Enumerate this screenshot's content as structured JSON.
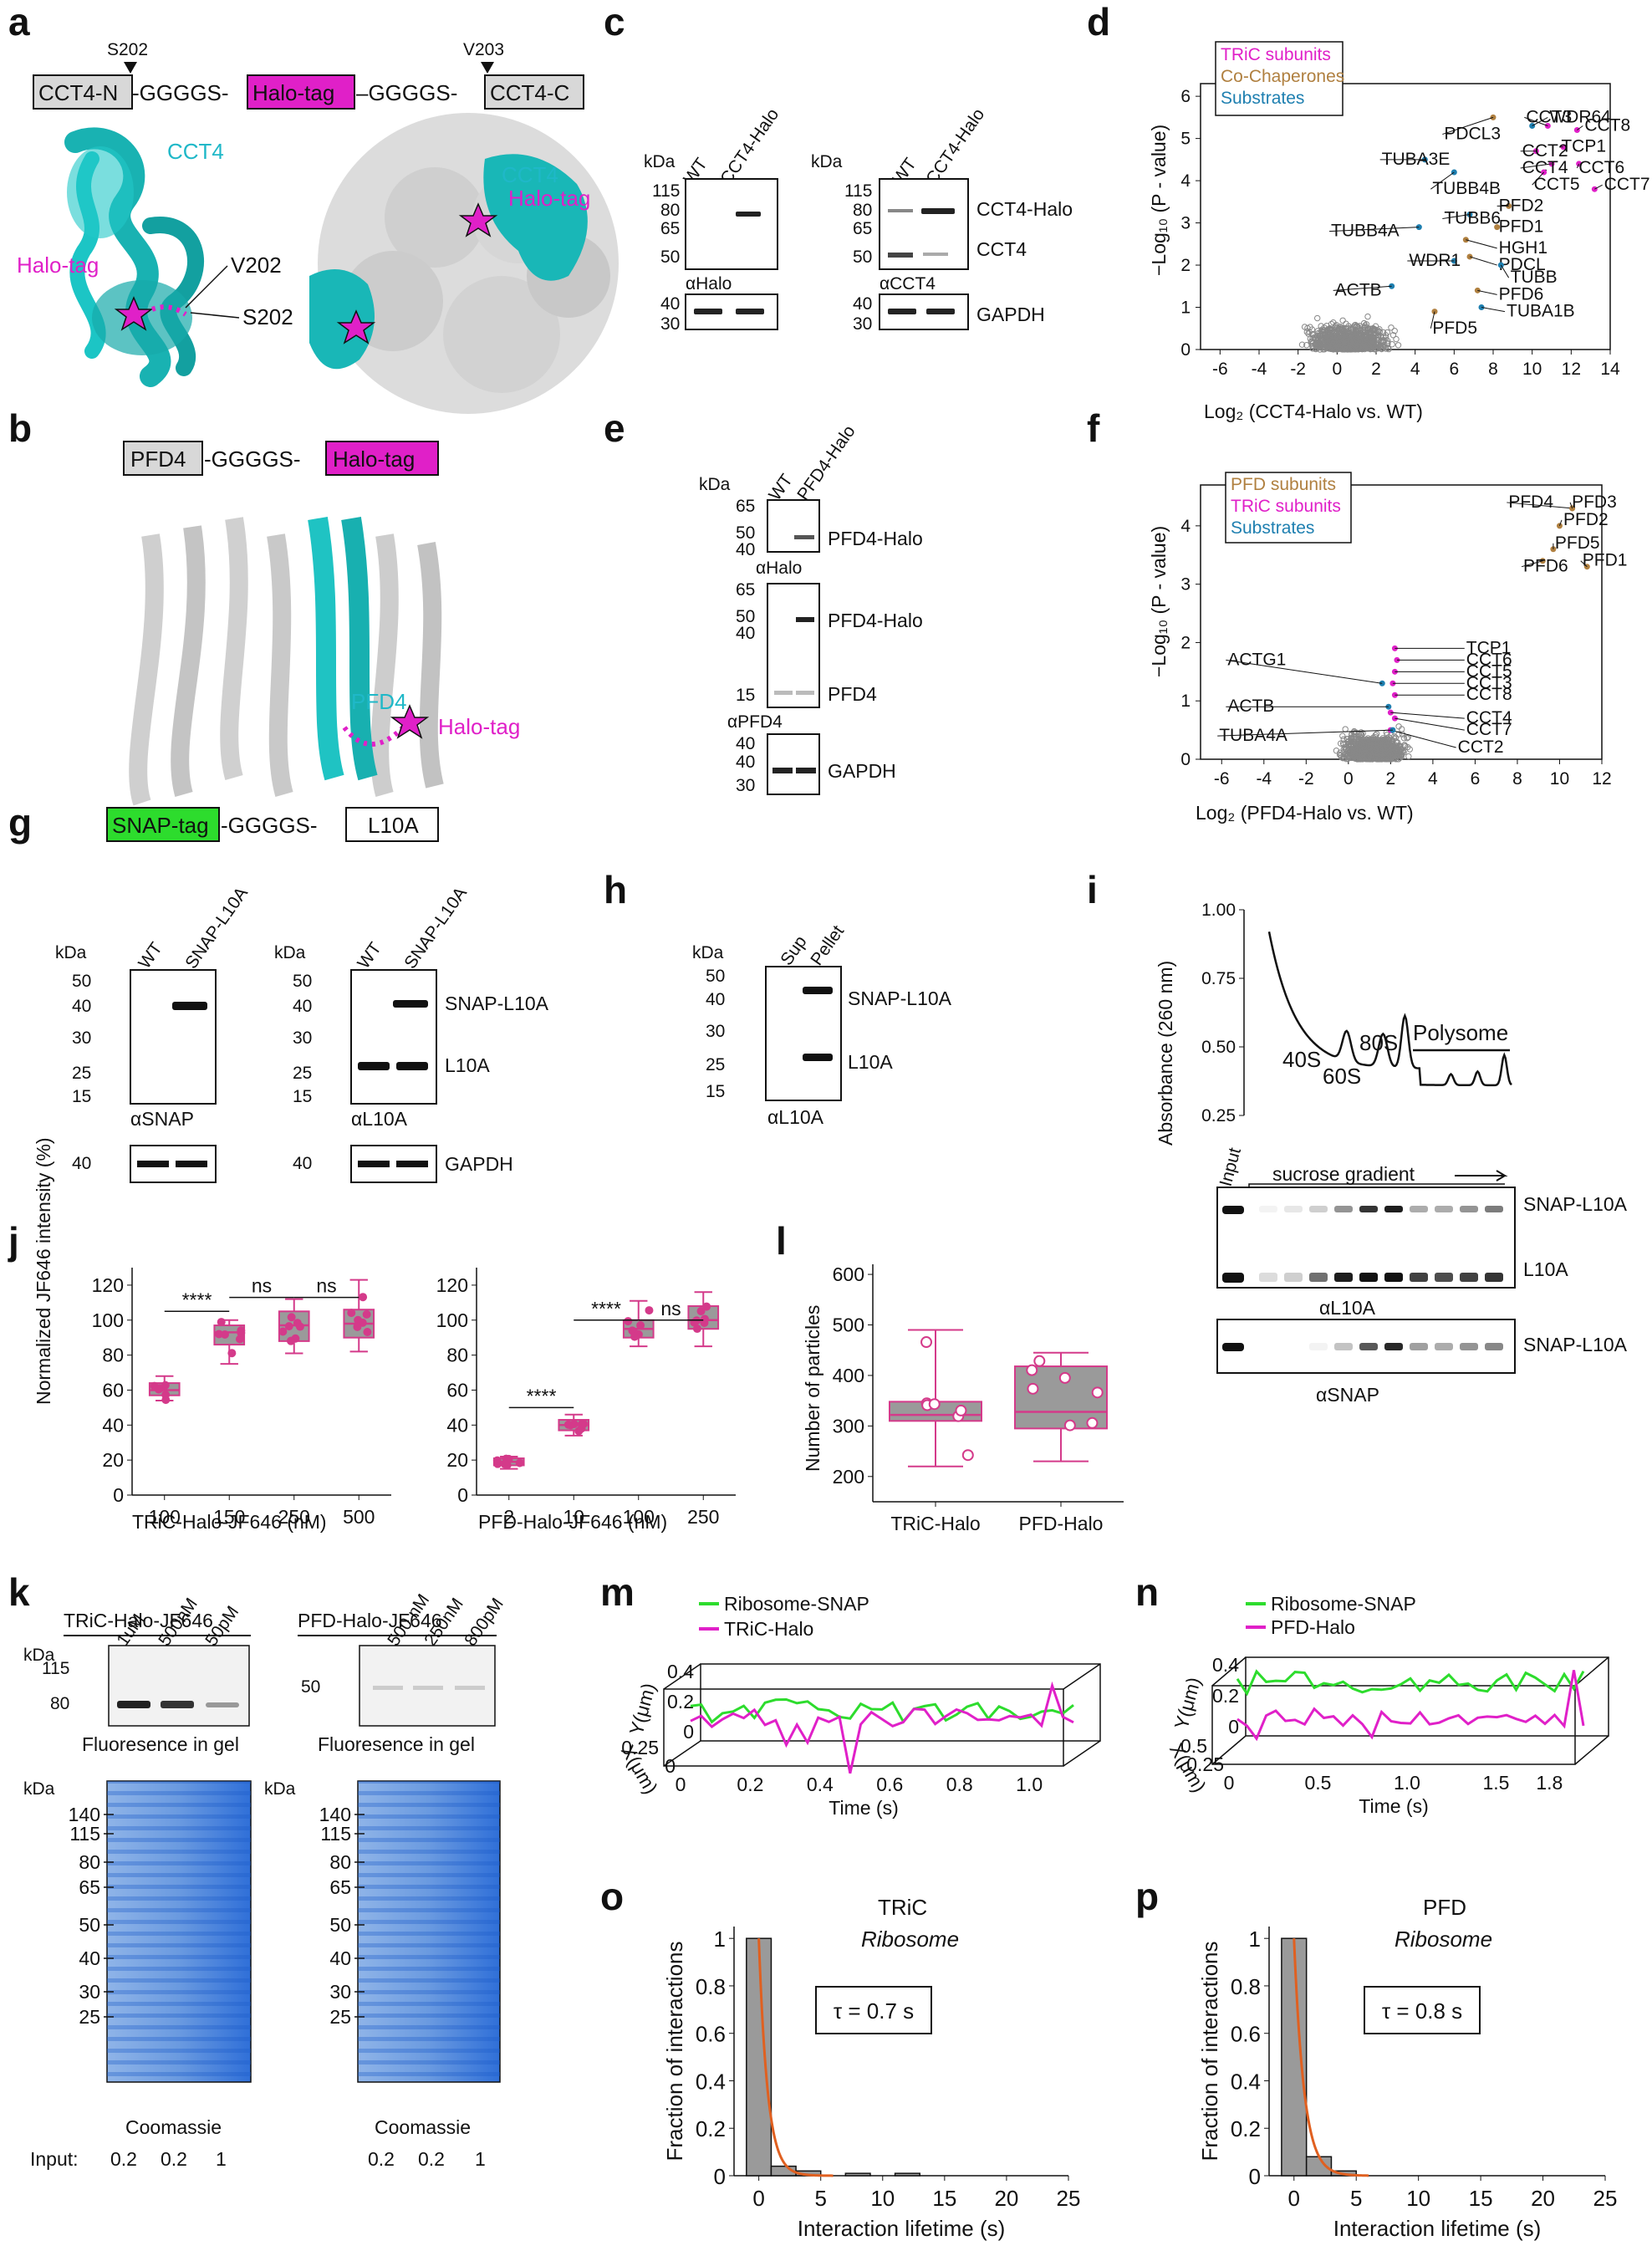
{
  "colors": {
    "magenta": "#e020c8",
    "cyan": "#1fb8c8",
    "brown": "#b08040",
    "blue": "#1e7fb0",
    "green": "#2ddc2d",
    "box": "#9a9a9a",
    "boxstroke": "#d43a8a",
    "fit": "#e06020"
  },
  "panel_a": {
    "label": "a",
    "s202": "S202",
    "v203": "V203",
    "boxes": [
      "CCT4-N",
      "-GGGGS-",
      "Halo-tag",
      "–GGGGS-",
      "CCT4-C"
    ],
    "cct4": "CCT4",
    "halo": "Halo-tag",
    "v202": "V202",
    "s202b": "S202",
    "cct4b": "CCT4",
    "halob": "Halo-tag"
  },
  "panel_b": {
    "label": "b",
    "boxes": [
      "PFD4",
      "-GGGGS-",
      "Halo-tag"
    ],
    "pfd4": "PFD4",
    "halo": "Halo-tag"
  },
  "panel_c": {
    "label": "c",
    "kda": "kDa",
    "lanes1": [
      "WT",
      "CCT4-Halo"
    ],
    "mw1": [
      "115",
      "80",
      "65",
      "50"
    ],
    "ab1": "αHalo",
    "mw1b": [
      "40",
      "30"
    ],
    "kda2": "kDa",
    "lanes2": [
      "WT",
      "CCT4-Halo"
    ],
    "mw2": [
      "115",
      "80",
      "65",
      "50"
    ],
    "bands2": [
      "CCT4-Halo",
      "CCT4"
    ],
    "ab2": "αCCT4",
    "mw2b": [
      "40",
      "30"
    ],
    "gapdh": "GAPDH"
  },
  "panel_d": {
    "label": "d",
    "xlabel": "Log₂ (CCT4-Halo vs. WT)",
    "ylabel": "−Log₁₀ (P - value)",
    "legend": [
      "TRiC subunits",
      "Co-Chaperones",
      "Substrates"
    ],
    "xticks": [
      "-6",
      "-4",
      "-2",
      "0",
      "2",
      "4",
      "6",
      "8",
      "10",
      "12",
      "14"
    ],
    "yticks": [
      "0",
      "1",
      "2",
      "3",
      "4",
      "5",
      "6"
    ],
    "labels": {
      "tric": [
        "CCT3",
        "CCT8",
        "TCP1",
        "CCT2",
        "CCT4",
        "CCT6",
        "CCT5",
        "CCT7"
      ],
      "cochap": [
        "PDCL3",
        "PFD2",
        "PFD1",
        "HGH1",
        "PDCL",
        "PFD6",
        "PFD5"
      ],
      "subs": [
        "WDR64",
        "TUBA3E",
        "TUBB4B",
        "TUBB6",
        "TUBB4A",
        "WDR1",
        "ACTB",
        "TUBB",
        "TUBA1B"
      ]
    }
  },
  "panel_e": {
    "label": "e",
    "kda": "kDa",
    "lanes": [
      "WT",
      "PFD4-Halo"
    ],
    "mw1": [
      "65",
      "50",
      "40"
    ],
    "band1": "PFD4-Halo",
    "ab1": "αHalo",
    "mw2": [
      "65",
      "50",
      "40",
      "15"
    ],
    "band2a": "PFD4-Halo",
    "band2b": "PFD4",
    "ab2": "αPFD4",
    "mw3": [
      "40",
      "30"
    ],
    "gapdh": "GAPDH"
  },
  "panel_f": {
    "label": "f",
    "xlabel": "Log₂ (PFD4-Halo vs. WT)",
    "ylabel": "−Log₁₀ (P - value)",
    "legend": [
      "PFD subunits",
      "TRiC subunits",
      "Substrates"
    ],
    "xticks": [
      "-6",
      "-4",
      "-2",
      "0",
      "2",
      "4",
      "6",
      "8",
      "10",
      "12"
    ],
    "yticks": [
      "0",
      "1",
      "2",
      "3",
      "4"
    ],
    "labels": {
      "pfd": [
        "PFD4",
        "PFD3",
        "PFD2",
        "PFD5",
        "PFD6",
        "PFD1"
      ],
      "tric": [
        "TCP1",
        "CCT6",
        "CCT5",
        "CCT3",
        "CCT8",
        "CCT4",
        "CCT7",
        "CCT2"
      ],
      "subs": [
        "ACTG1",
        "ACTB",
        "TUBA4A"
      ]
    }
  },
  "panel_g": {
    "label": "g",
    "boxes": [
      "SNAP-tag",
      "-GGGGS-",
      "L10A"
    ],
    "kda": "kDa",
    "lanes": [
      "WT",
      "SNAP-L10A"
    ],
    "mw": [
      "50",
      "40",
      "30",
      "25",
      "15"
    ],
    "ab1": "αSNAP",
    "ab2": "αL10A",
    "bands": [
      "SNAP-L10A",
      "L10A"
    ],
    "mwg": "40",
    "gapdh": "GAPDH"
  },
  "panel_h": {
    "label": "h",
    "kda": "kDa",
    "lanes": [
      "Sup",
      "Pellet"
    ],
    "mw": [
      "50",
      "40",
      "30",
      "25",
      "15"
    ],
    "bands": [
      "SNAP-L10A",
      "L10A"
    ],
    "ab": "αL10A"
  },
  "panel_i": {
    "label": "i",
    "ylabel": "Absorbance (260 nm)",
    "yticks": [
      "1.00",
      "0.75",
      "0.50",
      "0.25"
    ],
    "peaks": [
      "40S",
      "60S",
      "80S",
      "Polysome"
    ],
    "input": "Input",
    "gradient": "sucrose gradient",
    "bands": [
      "SNAP-L10A",
      "L10A",
      "SNAP-L10A"
    ],
    "ab1": "αL10A",
    "ab2": "αSNAP"
  },
  "panel_j": {
    "label": "j",
    "ylabel": "Normalized JF646 intensity (%)",
    "xlabel1": "TRiC-Halo-JF646 (nM)",
    "xlabel2": "PFD-Halo-JF646 (nM)",
    "yticks1": [
      "0",
      "20",
      "40",
      "60",
      "80",
      "100",
      "120"
    ],
    "yticks2": [
      "0",
      "20",
      "40",
      "60",
      "80",
      "100",
      "120"
    ],
    "cats1": [
      "100",
      "150",
      "250",
      "500"
    ],
    "cats2": [
      "2",
      "10",
      "100",
      "250"
    ],
    "sig": [
      "****",
      "ns",
      "ns",
      "****",
      "****",
      "ns"
    ]
  },
  "panel_k": {
    "label": "k",
    "title1": "TRiC-Halo-JF646",
    "title2": "PFD-Halo-JF646",
    "kda": "kDa",
    "lanes1": [
      "1uM",
      "500nM",
      "50pM"
    ],
    "lanes2": [
      "500 nM",
      "250nM",
      "800pM"
    ],
    "mw1": [
      "115",
      "80"
    ],
    "mw2": [
      "50"
    ],
    "fl": "Fluoresence in gel",
    "mwc": [
      "140",
      "115",
      "80",
      "65",
      "50",
      "40",
      "30",
      "25"
    ],
    "coom": "Coomassie",
    "input": "Input:",
    "inputs": [
      "0.2",
      "0.2",
      "1"
    ]
  },
  "panel_l": {
    "label": "l",
    "ylabel": "Number of particles",
    "yticks": [
      "200",
      "300",
      "400",
      "500",
      "600"
    ],
    "cats": [
      "TRiC-Halo",
      "PFD-Halo"
    ]
  },
  "panel_m": {
    "label": "m",
    "legend": [
      "Ribosome-SNAP",
      "TRiC-Halo"
    ],
    "ylabel": "Y(μm)",
    "xlabel": "X(μm)",
    "tlabel": "Time (s)",
    "yticks": [
      "0.4",
      "0.2",
      "0"
    ],
    "xyt": [
      "0.25",
      "0"
    ],
    "tticks": [
      "0",
      "0.2",
      "0.4",
      "0.6",
      "0.8",
      "1.0"
    ]
  },
  "panel_n": {
    "label": "n",
    "legend": [
      "Ribosome-SNAP",
      "PFD-Halo"
    ],
    "ylabel": "Y(μm)",
    "xlabel": "X(μm)",
    "tlabel": "Time (s)",
    "yticks": [
      "0.4",
      "0.2",
      "0"
    ],
    "xyt": [
      "0.5",
      "0.25"
    ],
    "tticks": [
      "0",
      "0.5",
      "1.0",
      "1.5",
      "1.8"
    ]
  },
  "panel_o": {
    "label": "o",
    "title": "TRiC",
    "subtitle": "Ribosome",
    "tau": "τ = 0.7 s"
  },
  "panel_p": {
    "label": "p",
    "title": "PFD",
    "subtitle": "Ribosome",
    "tau": "τ = 0.8 s"
  },
  "chart_data": [
    {
      "type": "scatter",
      "title": "",
      "xlabel": "Log₂ (CCT4-Halo vs. WT)",
      "ylabel": "−Log₁₀ (P - value)",
      "xlim": [
        -7,
        14
      ],
      "ylim": [
        0,
        6.3
      ]
    },
    {
      "type": "scatter",
      "title": "",
      "xlabel": "Log₂ (PFD4-Halo vs. WT)",
      "ylabel": "−Log₁₀ (P - value)",
      "xlim": [
        -7,
        12
      ],
      "ylim": [
        0,
        4.7
      ]
    },
    {
      "type": "line",
      "title": "",
      "ylabel": "Absorbance (260 nm)",
      "ylim": [
        0.25,
        1.0
      ]
    },
    {
      "type": "box",
      "xlabel": "TRiC-Halo-JF646 (nM)",
      "ylabel": "Normalized JF646 intensity (%)",
      "categories": [
        "100",
        "150",
        "250",
        "500"
      ],
      "medians": [
        60,
        93,
        97,
        98
      ],
      "q1": [
        57,
        86,
        88,
        90
      ],
      "q3": [
        64,
        97,
        105,
        106
      ],
      "min": [
        54,
        75,
        81,
        82
      ],
      "max": [
        68,
        100,
        112,
        123
      ]
    },
    {
      "type": "box",
      "xlabel": "PFD-Halo-JF646 (nM)",
      "ylabel": "Normalized JF646 intensity (%)",
      "categories": [
        "2",
        "10",
        "100",
        "250"
      ],
      "medians": [
        19,
        40,
        95,
        100
      ],
      "q1": [
        17,
        37,
        90,
        95
      ],
      "q3": [
        21,
        43,
        100,
        108
      ],
      "min": [
        15,
        34,
        85,
        85
      ],
      "max": [
        22,
        46,
        111,
        116
      ]
    },
    {
      "type": "box",
      "ylabel": "Number of particles",
      "categories": [
        "TRiC-Halo",
        "PFD-Halo"
      ],
      "medians": [
        322,
        328
      ],
      "q1": [
        310,
        295
      ],
      "q3": [
        348,
        418
      ],
      "min": [
        220,
        230
      ],
      "max": [
        490,
        445
      ]
    },
    {
      "type": "bar",
      "title": "TRiC",
      "subtitle": "Ribosome",
      "xlabel": "Interaction lifetime (s)",
      "ylabel": "Fraction of interactions",
      "x": [
        0,
        2,
        4,
        6,
        8,
        10,
        12
      ],
      "values": [
        1.0,
        0.04,
        0.02,
        0.0,
        0.01,
        0.0,
        0.01
      ],
      "xlim": [
        -2,
        25
      ],
      "ylim": [
        0,
        1.05
      ],
      "tau": 0.7
    },
    {
      "type": "bar",
      "title": "PFD",
      "subtitle": "Ribosome",
      "xlabel": "Interaction lifetime (s)",
      "ylabel": "Fraction of interactions",
      "x": [
        0,
        2,
        4
      ],
      "values": [
        1.0,
        0.08,
        0.02
      ],
      "xlim": [
        -2,
        25
      ],
      "ylim": [
        0,
        1.05
      ],
      "tau": 0.8
    }
  ]
}
